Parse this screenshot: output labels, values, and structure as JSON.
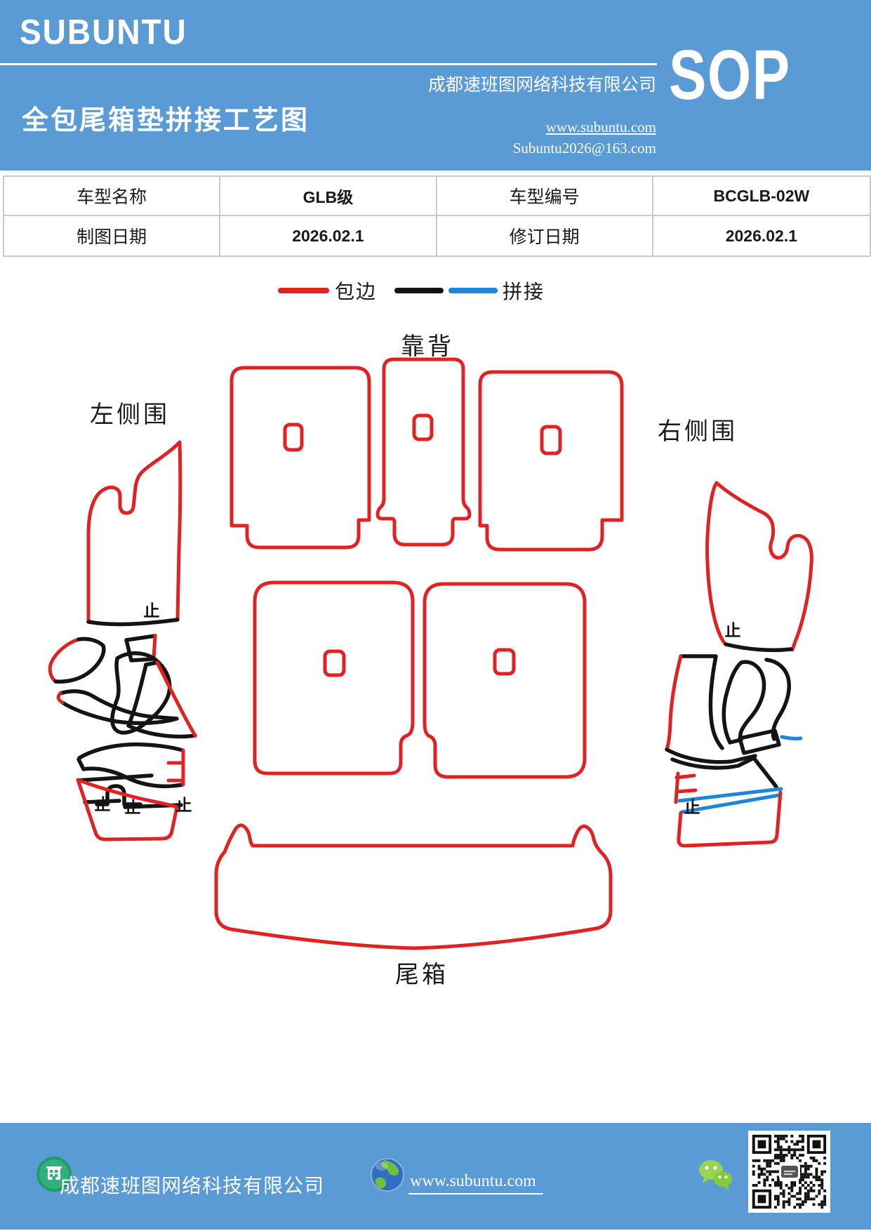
{
  "colors": {
    "banner_blue": "#5b9bd5",
    "edging_red": "#e02222",
    "stitch_black": "#141414",
    "stitch_blue": "#1e86d6",
    "table_border": "#c9c9c9"
  },
  "header": {
    "logo": "SUBUNTU",
    "company": "成都速班图网络科技有限公司",
    "title": "全包尾箱垫拼接工艺图",
    "website": "www.subuntu.com",
    "email": "Subuntu2026@163.com",
    "badge": "SOP"
  },
  "info_table": {
    "rows": [
      {
        "label1": "车型名称",
        "value1": "GLB级",
        "label2": "车型编号",
        "value2": "BCGLB-02W"
      },
      {
        "label1": "制图日期",
        "value1": "2026.02.1",
        "label2": "修订日期",
        "value2": "2026.02.1"
      }
    ]
  },
  "legend": {
    "edging_label": "包边",
    "stitch_label": "拼接"
  },
  "diagram": {
    "labels": {
      "backrest": "靠背",
      "left_side": "左侧围",
      "right_side": "右侧围",
      "trunk": "尾箱",
      "stop_mark": "止"
    }
  },
  "footer": {
    "company": "成都速班图网络科技有限公司",
    "website": "www.subuntu.com"
  }
}
